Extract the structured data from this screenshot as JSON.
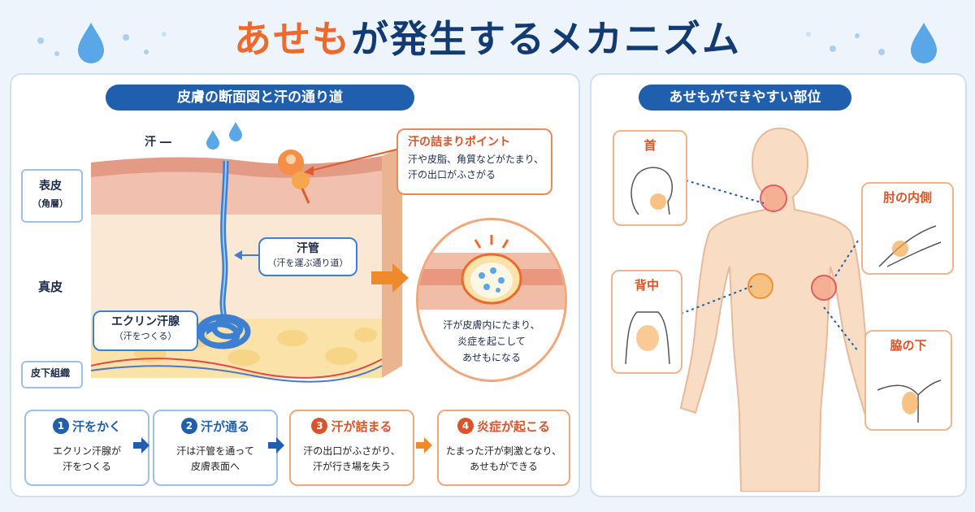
{
  "title": {
    "part1": "あせも",
    "part2": "が発生するメカニズム"
  },
  "left_panel": {
    "heading": "皮膚の断面図と汗の通り道",
    "sweat_label": "汗 ―",
    "layers": {
      "epidermis": "表皮",
      "epidermis_sub": "（角層）",
      "dermis": "真皮",
      "subcutis": "皮下組織"
    },
    "clog_point": {
      "title": "汗の詰まりポイント",
      "line1": "汗や皮脂、角質などがたまり、",
      "line2": "汗の出口がふさがる"
    },
    "duct": {
      "title": "汗管",
      "sub": "（汗を運ぶ通り道）"
    },
    "gland": {
      "title": "エクリン汗腺",
      "sub": "（汗をつくる）"
    },
    "zoom": {
      "line1": "汗が皮膚内にたまり、",
      "line2": "炎症を起こして",
      "line3": "あせもになる"
    }
  },
  "steps": [
    {
      "num": "1",
      "title": "汗をかく",
      "line1": "エクリン汗腺が",
      "line2": "汗をつくる"
    },
    {
      "num": "2",
      "title": "汗が通る",
      "line1": "汗は汗管を通って",
      "line2": "皮膚表面へ"
    },
    {
      "num": "3",
      "title": "汗が詰まる",
      "line1": "汗の出口がふさがり、",
      "line2": "汗が行き場を失う"
    },
    {
      "num": "4",
      "title": "炎症が起こる",
      "line1": "たまった汗が刺激となり、",
      "line2": "あせもができる"
    }
  ],
  "right_panel": {
    "heading": "あせもができやすい部位",
    "sites": {
      "neck": "首",
      "back": "背中",
      "elbow": "肘の内側",
      "armpit": "脇の下"
    }
  },
  "colors": {
    "orange": "#ee6a2c",
    "navy": "#123a73",
    "blue": "#1f5fae",
    "skin": "#f7d3b5"
  }
}
